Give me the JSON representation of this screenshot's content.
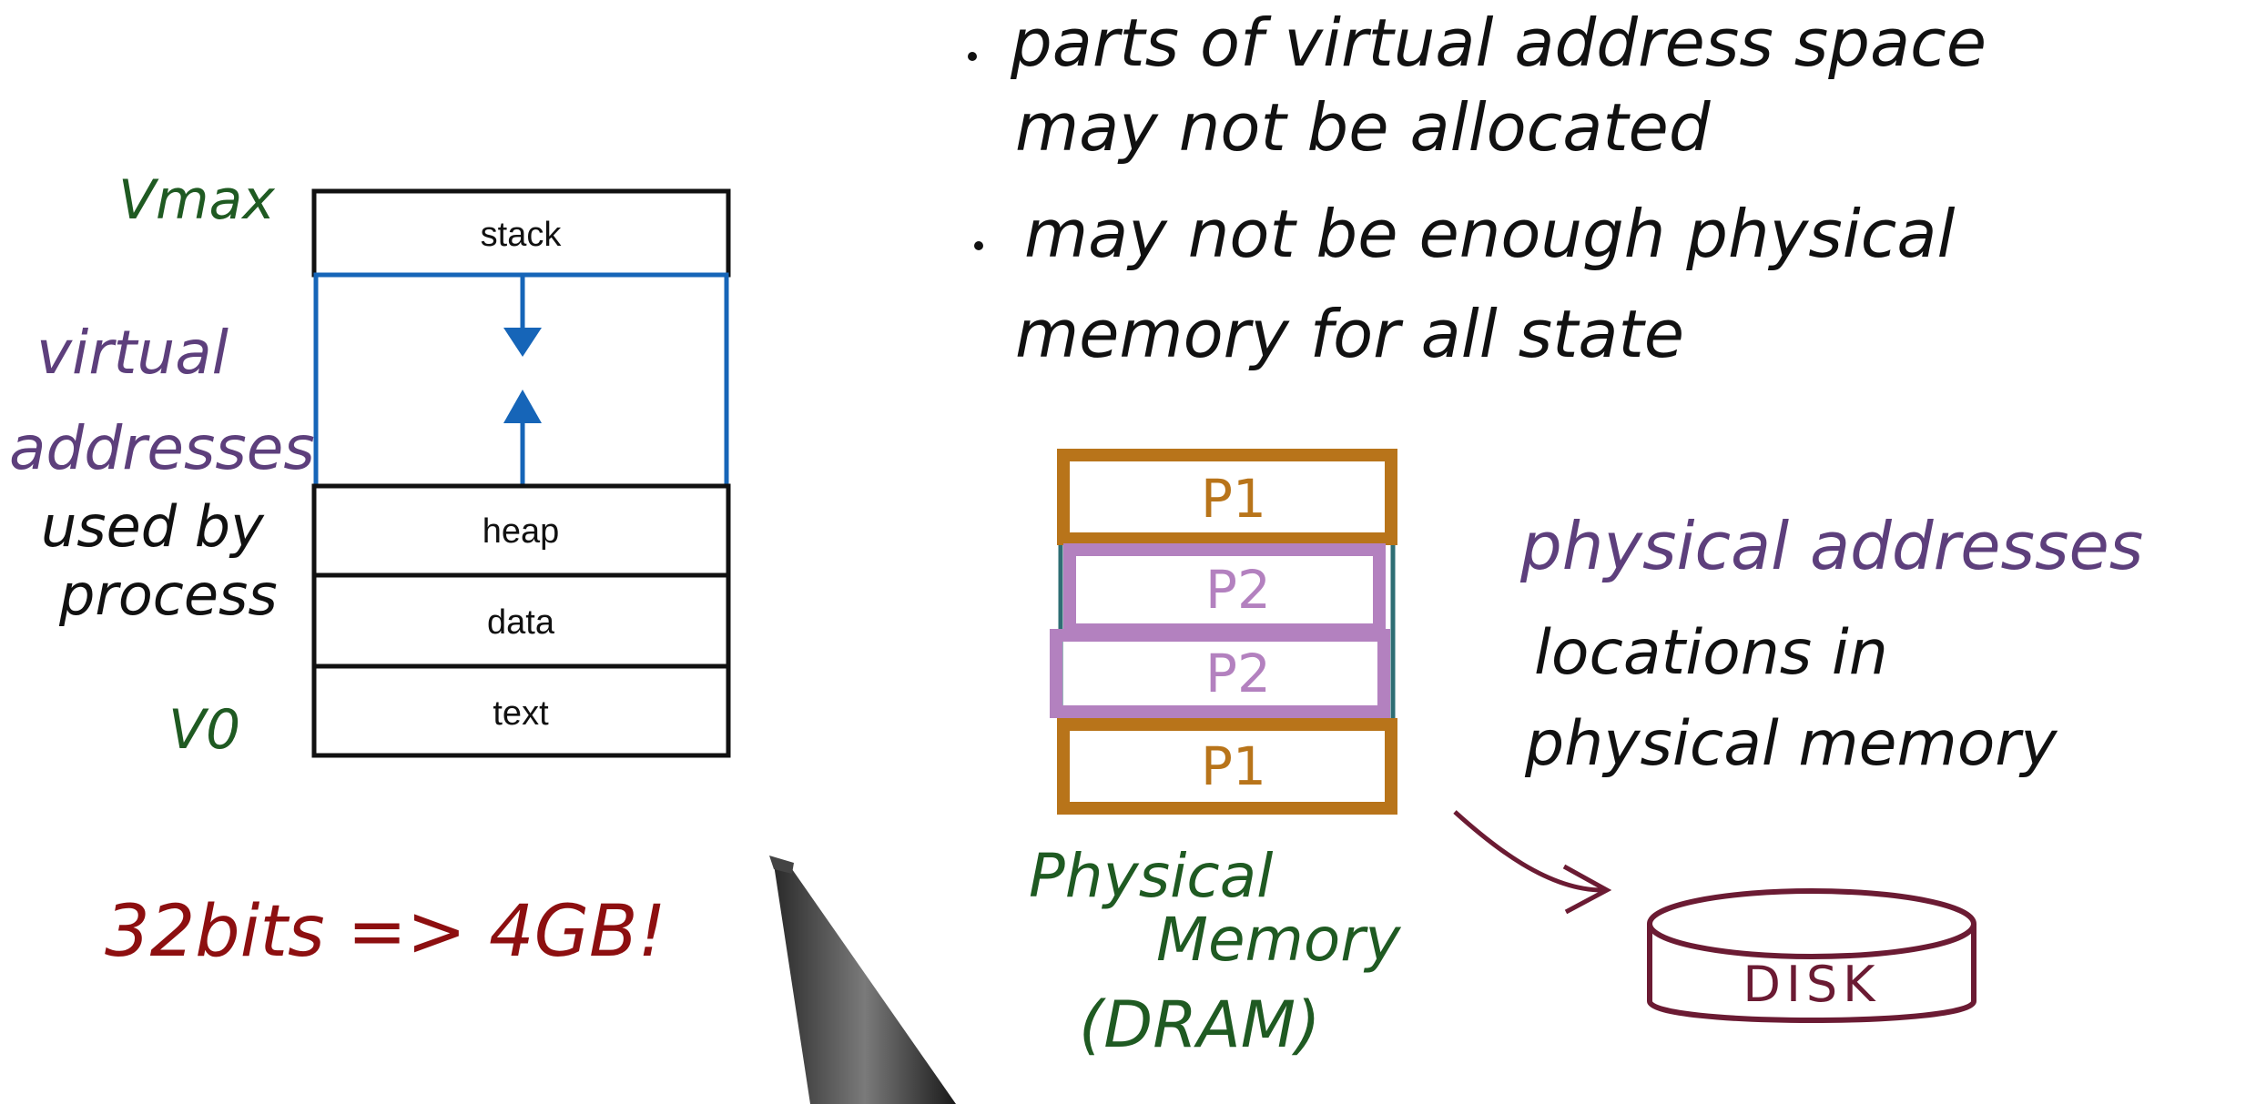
{
  "colors": {
    "green": "#1f5a22",
    "purple": "#5d3f7c",
    "black": "#111111",
    "red": "#8d0f10",
    "blue": "#1665b8",
    "orange": "#b8741a",
    "pink": "#b381bf",
    "maroon": "#6b1b33",
    "teal": "#2e6e74"
  },
  "virtual_space": {
    "vmax_label": "Vmax",
    "v0_label": "V0",
    "side_label_line1": "virtual",
    "side_label_line2": "addresses",
    "side_label_line3": "used by",
    "side_label_line4": "process",
    "segments": {
      "stack": "stack",
      "heap": "heap",
      "data": "data",
      "text": "text"
    }
  },
  "bits_note": "32bits => 4GB!",
  "bullets": [
    {
      "line1": "parts of virtual address space",
      "line2": "may not be allocated"
    },
    {
      "line1": "may not be enough physical",
      "line2": "memory for all state"
    }
  ],
  "physical_memory": {
    "pages": [
      "P1",
      "P2",
      "P2",
      "P1"
    ],
    "caption_line1": "Physical",
    "caption_line2": "Memory",
    "caption_line3": "(DRAM)"
  },
  "physical_addresses": {
    "title": "physical addresses",
    "desc_line1": "locations in",
    "desc_line2": "physical memory"
  },
  "disk_label": "DISK"
}
